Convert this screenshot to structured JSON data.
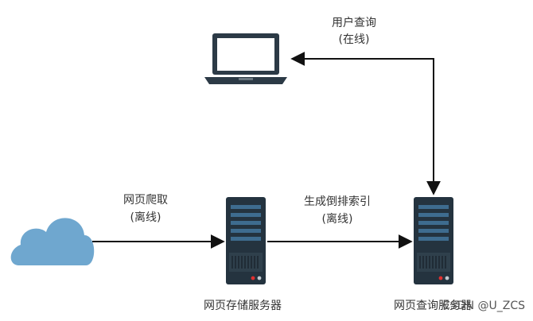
{
  "labels": {
    "user_query_line1": "用户查询",
    "user_query_line2": "(在线)",
    "crawl_line1": "网页爬取",
    "crawl_line2": "(离线)",
    "index_line1": "生成倒排索引",
    "index_line2": "(离线)",
    "storage_server": "网页存储服务器",
    "query_server": "网页查询服务器"
  },
  "watermark": "CSDN @U_ZCS",
  "icons": {
    "cloud": "cloud-icon",
    "laptop": "laptop-icon",
    "storage": "server-icon",
    "query": "server-icon"
  },
  "colors": {
    "cloud": "#6fa7cf",
    "server_body": "#24333f",
    "server_light": "#3e6c8f",
    "laptop_body": "#2c3a46",
    "arrow": "#111111"
  }
}
